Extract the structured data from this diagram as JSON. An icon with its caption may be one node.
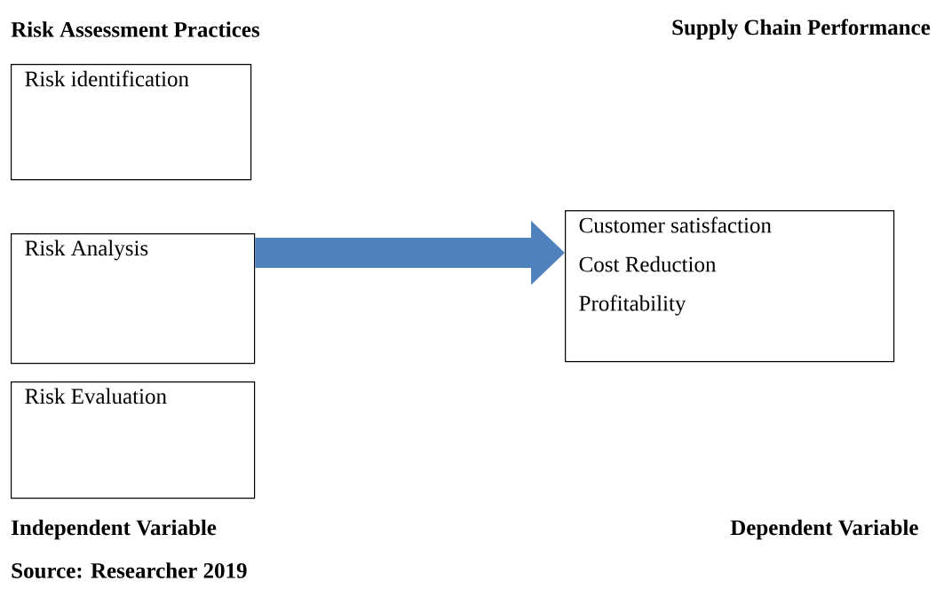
{
  "diagram": {
    "nodes": [
      {
        "text": [
          "Risk identification"
        ]
      },
      {
        "text": [
          "Risk Analysis"
        ]
      },
      {
        "text": [
          "Risk Evaluation"
        ]
      },
      {
        "text": [
          "Customer satisfaction",
          "Cost Reduction",
          "Profitability"
        ]
      }
    ],
    "edges": [
      {
        "from": 1,
        "to": 3,
        "arrow": "to",
        "color": "#4f81bd"
      }
    ],
    "labels": [
      "Risk Assessment Practices",
      "Supply Chain Performance",
      "Independent Variable",
      "Dependent Variable",
      "Source: Researcher 2019"
    ]
  }
}
